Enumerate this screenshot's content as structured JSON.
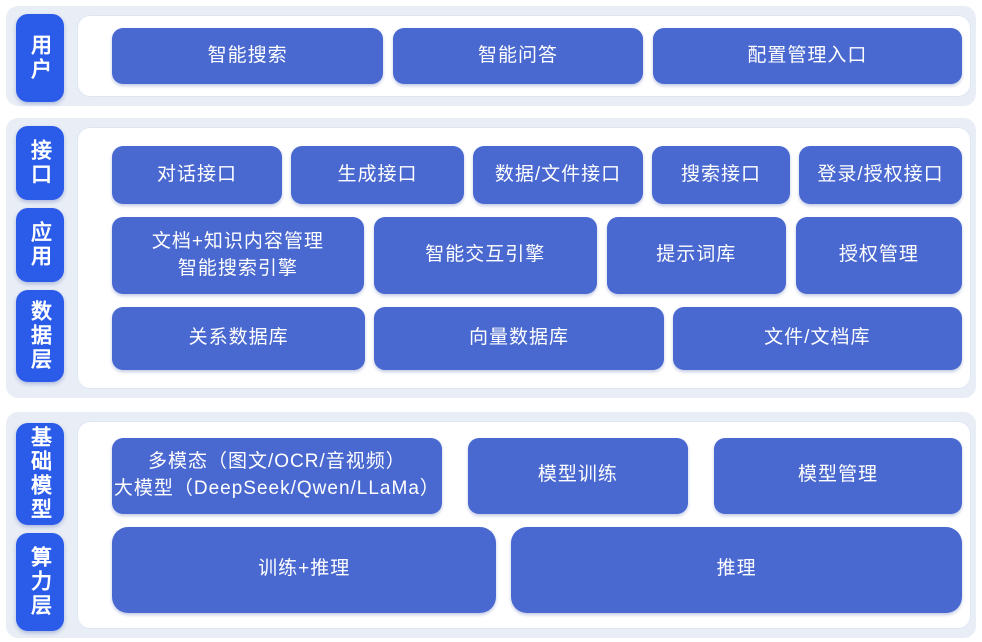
{
  "diagram": "ai-platform-architecture",
  "colors": {
    "layer_tile_blue": "#2A5BE9",
    "box_blue": "#4A69D0",
    "band_background": "#E9EEF6",
    "panel_background": "#FFFFFF",
    "label_text": "#FFFFFF"
  },
  "bands": [
    {
      "id": "user",
      "tiles": [
        {
          "id": "user",
          "text": "用户",
          "h": 88
        }
      ],
      "rows": [
        {
          "h": 56,
          "gap": 10,
          "boxes": [
            {
              "id": "intelligent-search",
              "lines": [
                "智能搜索"
              ],
              "flex": 272
            },
            {
              "id": "intelligent-qa",
              "lines": [
                "智能问答"
              ],
              "flex": 250
            },
            {
              "id": "config-management-entry",
              "lines": [
                "配置管理入口"
              ],
              "flex": 310
            }
          ]
        }
      ]
    },
    {
      "id": "interface-application-data",
      "tiles": [
        {
          "id": "interface",
          "text": "接口",
          "h": 74
        },
        {
          "id": "application",
          "text": "应用",
          "h": 74
        },
        {
          "id": "data-layer",
          "text": "数据层",
          "h": 92
        }
      ],
      "rows": [
        {
          "h": 58,
          "gap": 9,
          "boxes": [
            {
              "id": "dialog-api",
              "lines": [
                "对话接口"
              ],
              "flex": 170
            },
            {
              "id": "generation-api",
              "lines": [
                "生成接口"
              ],
              "flex": 173
            },
            {
              "id": "data-file-api",
              "lines": [
                "数据/文件接口"
              ],
              "flex": 170
            },
            {
              "id": "search-api",
              "lines": [
                "搜索接口"
              ],
              "flex": 138
            },
            {
              "id": "login-auth-api",
              "lines": [
                "登录/授权接口"
              ],
              "flex": 163
            }
          ]
        },
        {
          "h": 77,
          "gap": 10,
          "boxes": [
            {
              "id": "doc-knowledge-search-engine",
              "lines": [
                "文档+知识内容管理",
                "智能搜索引擎"
              ],
              "flex": 253
            },
            {
              "id": "intelligent-interaction-engine",
              "lines": [
                "智能交互引擎"
              ],
              "flex": 224
            },
            {
              "id": "prompt-library",
              "lines": [
                "提示词库"
              ],
              "flex": 180
            },
            {
              "id": "authorization-management",
              "lines": [
                "授权管理"
              ],
              "flex": 167
            }
          ]
        },
        {
          "h": 63,
          "gap": 9,
          "boxes": [
            {
              "id": "relational-database",
              "lines": [
                "关系数据库"
              ],
              "flex": 253
            },
            {
              "id": "vector-database",
              "lines": [
                "向量数据库"
              ],
              "flex": 289
            },
            {
              "id": "file-document-library",
              "lines": [
                "文件/文档库"
              ],
              "flex": 289
            }
          ]
        }
      ]
    },
    {
      "id": "model-compute",
      "tiles": [
        {
          "id": "foundation-model",
          "text": "基础模型",
          "h": 102
        },
        {
          "id": "compute-layer",
          "text": "算力层",
          "h": 98
        }
      ],
      "rows": [
        {
          "h": 76,
          "gap": 26,
          "boxes": [
            {
              "id": "multimodal-llm",
              "lines": [
                "多模态（图文/OCR/音视频）",
                "大模型（DeepSeek/Qwen/LLaMa）"
              ],
              "flex": 331
            },
            {
              "id": "model-training",
              "lines": [
                "模型训练"
              ],
              "flex": 221
            },
            {
              "id": "model-management",
              "lines": [
                "模型管理"
              ],
              "flex": 249
            }
          ]
        },
        {
          "h": 86,
          "gap": 15,
          "boxes": [
            {
              "id": "training-inference",
              "lines": [
                "训练+推理"
              ],
              "flex": 388
            },
            {
              "id": "inference",
              "lines": [
                "推理"
              ],
              "flex": 455
            }
          ]
        }
      ]
    }
  ]
}
